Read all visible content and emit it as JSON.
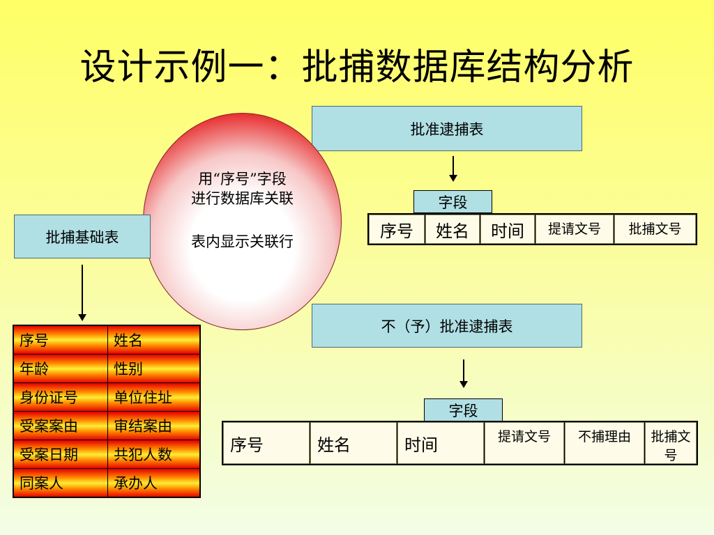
{
  "slide": {
    "title": "设计示例一：批捕数据库结构分析"
  },
  "circle": {
    "line1": "用“序号”字段",
    "line2": "进行数据库关联",
    "line3": "表内显示关联行"
  },
  "basic_table": {
    "label": "批捕基础表",
    "rows": [
      [
        "序号",
        "姓名"
      ],
      [
        "年龄",
        "性别"
      ],
      [
        "身份证号",
        "单位住址"
      ],
      [
        "受案案由",
        "审结案由"
      ],
      [
        "受案日期",
        "共犯人数"
      ],
      [
        "同案人",
        "承办人"
      ]
    ]
  },
  "approve_table": {
    "label": "批准逮捕表",
    "field_label": "字段",
    "fields": [
      "序号",
      "姓名",
      "时间",
      "提请文号",
      "批捕文号"
    ]
  },
  "reject_table": {
    "label": "不（予）批准逮捕表",
    "field_label": "字段",
    "fields": [
      "序号",
      "姓名",
      "时间",
      "提请文号",
      "不捕理由",
      "批捕文号"
    ]
  }
}
